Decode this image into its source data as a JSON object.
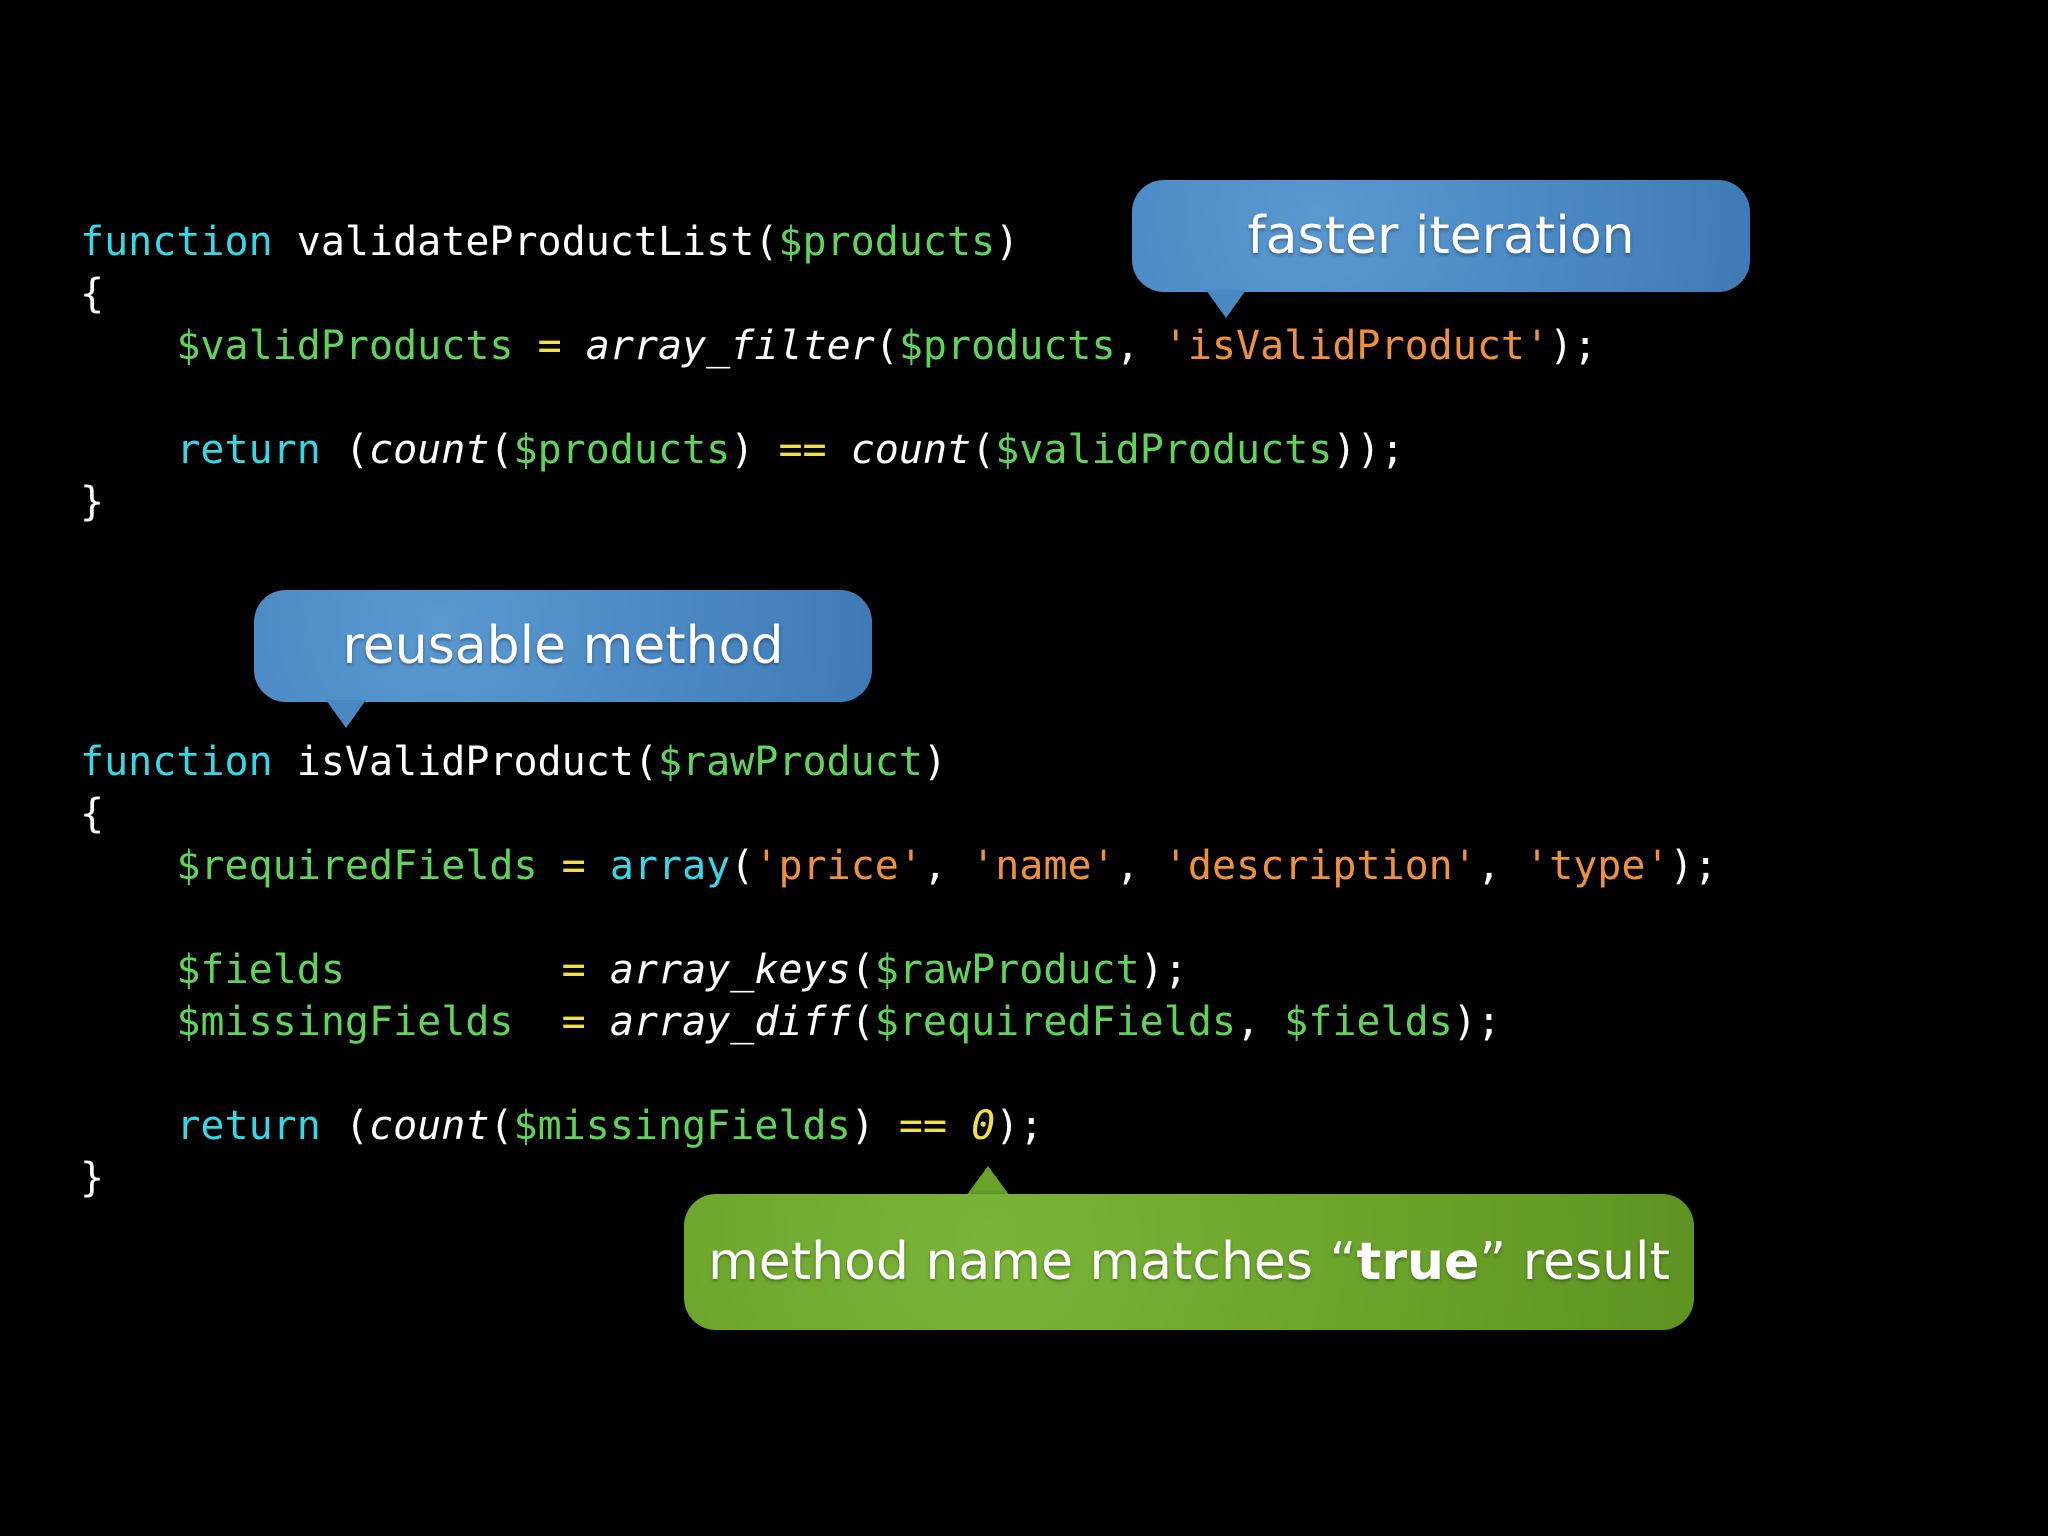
{
  "slide": {
    "colors": {
      "background": "#000000",
      "keyword": "#34d8e6",
      "variable": "#5fd35a",
      "string": "#f0923b",
      "operator": "#f2e04a",
      "callout_blue": "#4a88c4",
      "callout_green": "#6ba32a"
    },
    "code_lines": [
      [
        {
          "t": "kw",
          "v": "function"
        },
        {
          "t": "plain",
          "v": " validateProductList("
        },
        {
          "t": "var",
          "v": "$products"
        },
        {
          "t": "plain",
          "v": ")"
        }
      ],
      [
        {
          "t": "plain",
          "v": "{"
        }
      ],
      [
        {
          "t": "var",
          "v": "    $validProducts"
        },
        {
          "t": "plain",
          "v": " "
        },
        {
          "t": "op",
          "v": "="
        },
        {
          "t": "plain",
          "v": " "
        },
        {
          "t": "fn",
          "v": "array_filter"
        },
        {
          "t": "plain",
          "v": "("
        },
        {
          "t": "var",
          "v": "$products"
        },
        {
          "t": "plain",
          "v": ", "
        },
        {
          "t": "str",
          "v": "'isValidProduct'"
        },
        {
          "t": "plain",
          "v": ");"
        }
      ],
      [
        {
          "t": "plain",
          "v": ""
        }
      ],
      [
        {
          "t": "kw",
          "v": "    return"
        },
        {
          "t": "plain",
          "v": " ("
        },
        {
          "t": "fn",
          "v": "count"
        },
        {
          "t": "plain",
          "v": "("
        },
        {
          "t": "var",
          "v": "$products"
        },
        {
          "t": "plain",
          "v": ") "
        },
        {
          "t": "op",
          "v": "=="
        },
        {
          "t": "plain",
          "v": " "
        },
        {
          "t": "fn",
          "v": "count"
        },
        {
          "t": "plain",
          "v": "("
        },
        {
          "t": "var",
          "v": "$validProducts"
        },
        {
          "t": "plain",
          "v": "));"
        }
      ],
      [
        {
          "t": "plain",
          "v": "}"
        }
      ],
      [
        {
          "t": "kw",
          "v": "function"
        },
        {
          "t": "plain",
          "v": " isValidProduct("
        },
        {
          "t": "var",
          "v": "$rawProduct"
        },
        {
          "t": "plain",
          "v": ")"
        }
      ],
      [
        {
          "t": "plain",
          "v": "{"
        }
      ],
      [
        {
          "t": "var",
          "v": "    $requiredFields"
        },
        {
          "t": "plain",
          "v": " "
        },
        {
          "t": "op",
          "v": "="
        },
        {
          "t": "plain",
          "v": " "
        },
        {
          "t": "kw",
          "v": "array"
        },
        {
          "t": "plain",
          "v": "("
        },
        {
          "t": "str",
          "v": "'price'"
        },
        {
          "t": "plain",
          "v": ", "
        },
        {
          "t": "str",
          "v": "'name'"
        },
        {
          "t": "plain",
          "v": ", "
        },
        {
          "t": "str",
          "v": "'description'"
        },
        {
          "t": "plain",
          "v": ", "
        },
        {
          "t": "str",
          "v": "'type'"
        },
        {
          "t": "plain",
          "v": ");"
        }
      ],
      [
        {
          "t": "plain",
          "v": ""
        }
      ],
      [
        {
          "t": "var",
          "v": "    $fields"
        },
        {
          "t": "plain",
          "v": "         "
        },
        {
          "t": "op",
          "v": "="
        },
        {
          "t": "plain",
          "v": " "
        },
        {
          "t": "fn",
          "v": "array_keys"
        },
        {
          "t": "plain",
          "v": "("
        },
        {
          "t": "var",
          "v": "$rawProduct"
        },
        {
          "t": "plain",
          "v": ");"
        }
      ],
      [
        {
          "t": "var",
          "v": "    $missingFields"
        },
        {
          "t": "plain",
          "v": "  "
        },
        {
          "t": "op",
          "v": "="
        },
        {
          "t": "plain",
          "v": " "
        },
        {
          "t": "fn",
          "v": "array_diff"
        },
        {
          "t": "plain",
          "v": "("
        },
        {
          "t": "var",
          "v": "$requiredFields"
        },
        {
          "t": "plain",
          "v": ", "
        },
        {
          "t": "var",
          "v": "$fields"
        },
        {
          "t": "plain",
          "v": ");"
        }
      ],
      [
        {
          "t": "plain",
          "v": ""
        }
      ],
      [
        {
          "t": "kw",
          "v": "    return"
        },
        {
          "t": "plain",
          "v": " ("
        },
        {
          "t": "fn",
          "v": "count"
        },
        {
          "t": "plain",
          "v": "("
        },
        {
          "t": "var",
          "v": "$missingFields"
        },
        {
          "t": "plain",
          "v": ") "
        },
        {
          "t": "op",
          "v": "=="
        },
        {
          "t": "plain",
          "v": " "
        },
        {
          "t": "num",
          "v": "0"
        },
        {
          "t": "plain",
          "v": ");"
        }
      ],
      [
        {
          "t": "plain",
          "v": "}"
        }
      ]
    ],
    "callouts": {
      "faster": "faster iteration",
      "reusable": "reusable method",
      "true_result_prefix": "method name matches “",
      "true_result_bold": "true",
      "true_result_suffix": "” result"
    }
  }
}
